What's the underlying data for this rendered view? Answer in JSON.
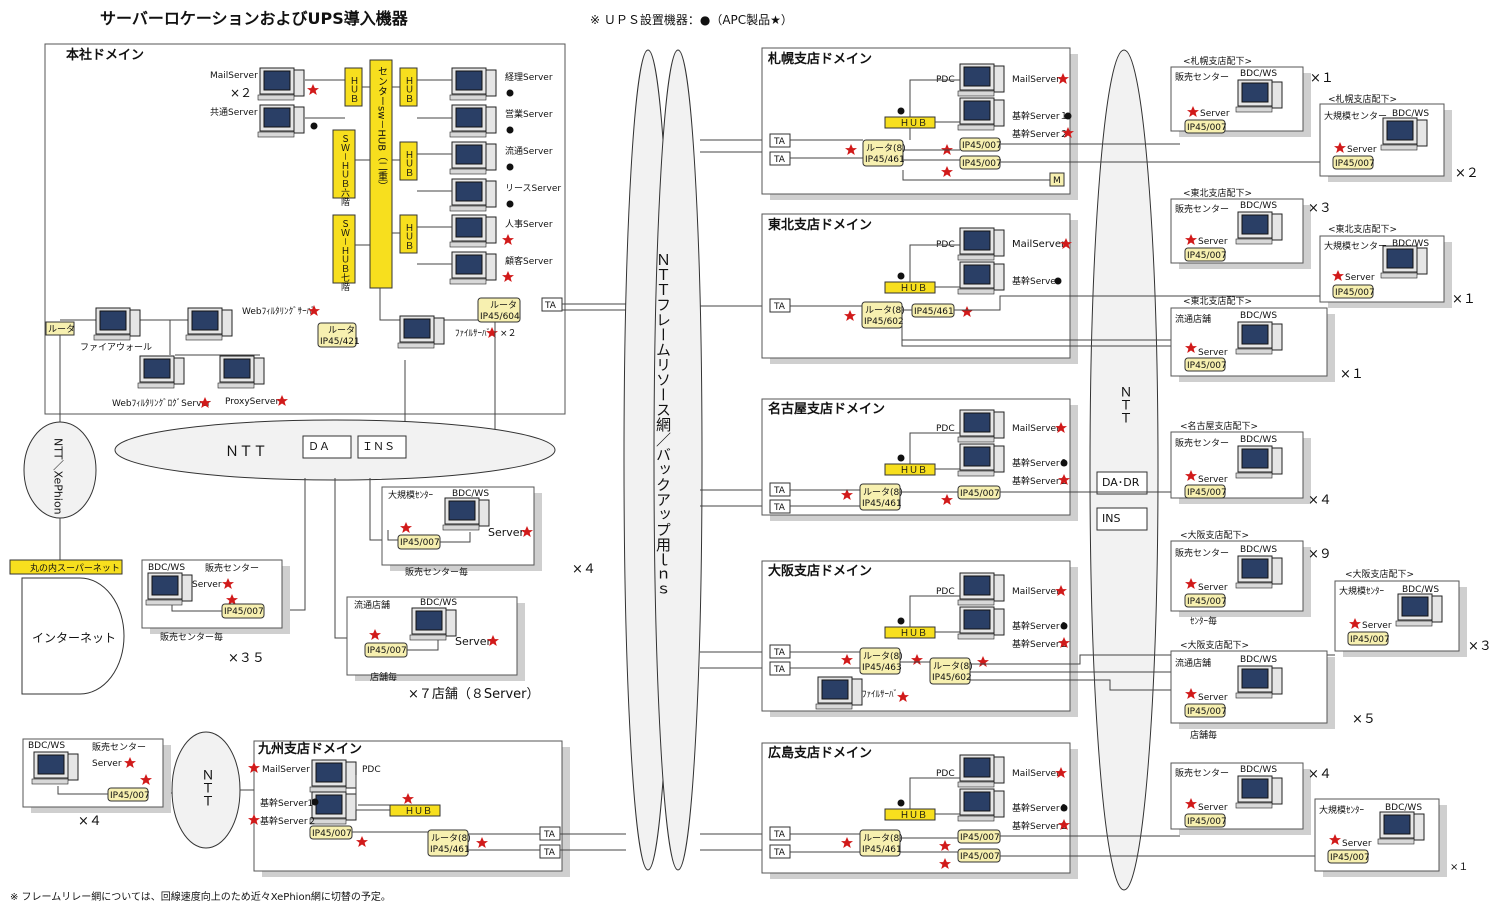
{
  "title": "サーバーロケーションおよびUPS導入機器",
  "legend": {
    "text": "※ ＵＰＳ設置機器：●（APC製品★）"
  },
  "footnote": "※ フレームリレー網については、回線速度向上のため近々XePhion網に切替の予定。",
  "colors": {
    "hub": "#f7df1e",
    "router": "#f7f0b0",
    "star": "#d11a1a",
    "monitor": "#2a3f66"
  },
  "hq": {
    "title": "本社ドメイン",
    "servers": [
      "MailServer",
      "共通Server",
      "経理Server",
      "営業Server",
      "流通Server",
      "リースServer",
      "人事Server",
      "顧客Server"
    ],
    "mail_count": "×２",
    "hub": "ＨＵＢ",
    "sw_hub_6": "ＳＷ－ＨＵＢ六階",
    "sw_hub_7": "ＳＷ－ＨＵＢ七階",
    "center_hub": "センターsw－HUB（二重）",
    "web_filter": "Webﾌｨﾙﾀﾘﾝｸﾞｻｰﾊﾞ",
    "router_421": [
      "ルータ",
      "IP45/421"
    ],
    "router_604": [
      "ルータ",
      "IP45/604"
    ],
    "ta": "TA",
    "file_server": "ﾌｧｲﾙｻｰﾊﾞ",
    "file_count": "×２",
    "router_small": "ルータ",
    "firewall": "ファイアウォール",
    "weblog": "WebﾌｨﾙﾀﾘﾝｸﾞﾛｸﾞServer",
    "proxy": "ProxyServer"
  },
  "ntt_cloud": {
    "label": "ＮＴＴ",
    "da": "ＤＡ",
    "ins": "ＩＮＳ"
  },
  "xephion": {
    "label": "NTT／XePhion"
  },
  "internet": {
    "supernet": "丸の内スーパーネット",
    "label": "インターネット"
  },
  "hq_branches": [
    {
      "name": "大規模ｾﾝﾀｰ",
      "bdc": "BDC/WS",
      "server": "Server",
      "router": "IP45/007",
      "footer": "販売センター毎",
      "count": "×４"
    },
    {
      "name": "販売センター",
      "bdc": "BDC/WS",
      "server": "Server",
      "router": "IP45/007",
      "footer": "販売センター毎",
      "count": "×３５"
    },
    {
      "name": "流通店舗",
      "bdc": "BDC/WS",
      "server": "Server",
      "router": "IP45/007",
      "footer": "店舗毎",
      "count": "×７店舗（８Server）"
    }
  ],
  "frame_relay": {
    "label": "ＮＴＴフレームリソース網／バックアップ用ｌｎｓ"
  },
  "ntt_right": {
    "label": "ＮＴＴ",
    "da_dr": "DA･DR",
    "ins": "INS"
  },
  "domains": [
    {
      "title": "札幌支店ドメイン",
      "pdc": "PDC",
      "mail": "MailServer",
      "server1": "基幹Server１",
      "server2": "基幹Server２",
      "hub": "ＨＵＢ",
      "router": [
        "ルータ(8)",
        "IP45/461"
      ],
      "ip1": "IP45/007",
      "ip2": "IP45/007",
      "ta": "TA",
      "m": "M"
    },
    {
      "title": "東北支店ドメイン",
      "pdc": "PDC",
      "mail": "MailServer",
      "server1": "基幹Server",
      "hub": "ＨＵＢ",
      "router": [
        "ルータ(8)",
        "IP45/602"
      ],
      "ip1": "IP45/461",
      "ta": "TA"
    },
    {
      "title": "名古屋支店ドメイン",
      "pdc": "PDC",
      "mail": "MailServer",
      "server1": "基幹Server１",
      "server2": "基幹Server２",
      "hub": "ＨＵＢ",
      "router": [
        "ルータ(8)",
        "IP45/461"
      ],
      "ip1": "IP45/007",
      "ta": "TA"
    },
    {
      "title": "大阪支店ドメイン",
      "pdc": "PDC",
      "mail": "MailServer",
      "server1": "基幹Server１",
      "server2": "基幹Server２",
      "hub": "ＨＵＢ",
      "router": [
        "ルータ(8)",
        "IP45/463"
      ],
      "router2": [
        "ルータ(8)",
        "IP45/602"
      ],
      "file": "ﾌｧｲﾙｻｰﾊﾞ",
      "ta": "TA"
    },
    {
      "title": "広島支店ドメイン",
      "pdc": "PDC",
      "mail": "MailServer",
      "server1": "基幹Server１",
      "server2": "基幹Server２",
      "hub": "ＨＵＢ",
      "router": [
        "ルータ(8)",
        "IP45/461"
      ],
      "ip1": "IP45/007",
      "ip2": "IP45/007",
      "ta": "TA"
    }
  ],
  "kyushu": {
    "title": "九州支店ドメイン",
    "mail": "MailServer",
    "pdc": "PDC",
    "server1": "基幹Server1",
    "server2": "基幹Server２",
    "hub": "ＨＵＢ",
    "router": [
      "ルータ(8)",
      "IP45/461"
    ],
    "ip": "IP45/007",
    "ta": "TA"
  },
  "kyushu_branch": {
    "name": "販売センター",
    "bdc": "BDC/WS",
    "server": "Server",
    "router": "IP45/007",
    "count": "×４"
  },
  "ntt_kyushu": {
    "label": "ＮＴＴ"
  },
  "right_branches": [
    {
      "tag": "<札幌支店配下>",
      "name": "販売センター",
      "bdc": "BDC/WS",
      "server": "Server",
      "router": "IP45/007",
      "count": "×１"
    },
    {
      "tag": "<札幌支店配下>",
      "name": "大規模センター",
      "bdc": "BDC/WS",
      "server": "Server",
      "router": "IP45/007",
      "count": "×２"
    },
    {
      "tag": "<東北支店配下>",
      "name": "販売センター",
      "bdc": "BDC/WS",
      "server": "Server",
      "router": "IP45/007",
      "count": "×３"
    },
    {
      "tag": "<東北支店配下>",
      "name": "大規模センター",
      "bdc": "BDC/WS",
      "server": "Server",
      "router": "IP45/007",
      "count": "×１"
    },
    {
      "tag": "<東北支店配下>",
      "name": "流通店舗",
      "bdc": "BDC/WS",
      "server": "Server",
      "router": "IP45/007",
      "count": "×１"
    },
    {
      "tag": "<名古屋支店配下>",
      "name": "販売センター",
      "bdc": "BDC/WS",
      "server": "Server",
      "router": "IP45/007",
      "count": "×４"
    },
    {
      "tag": "<大阪支店配下>",
      "name": "販売センター",
      "bdc": "BDC/WS",
      "server": "Server",
      "router": "IP45/007",
      "count": "×９",
      "footer": "ｾﾝﾀｰ毎"
    },
    {
      "tag": "<大阪支店配下>",
      "name": "大規模ｾﾝﾀｰ",
      "bdc": "BDC/WS",
      "server": "Server",
      "router": "IP45/007",
      "count": "×３"
    },
    {
      "tag": "<大阪支店配下>",
      "name": "流通店舗",
      "bdc": "BDC/WS",
      "server": "Server",
      "router": "IP45/007",
      "count": "×５",
      "footer": "店舗毎"
    },
    {
      "tag": "",
      "name": "販売センター",
      "bdc": "BDC/WS",
      "server": "Server",
      "router": "IP45/007",
      "count": "×４"
    },
    {
      "tag": "",
      "name": "大規模ｾﾝﾀｰ",
      "bdc": "BDC/WS",
      "server": "Server",
      "router": "IP45/007",
      "count": "×１"
    }
  ]
}
